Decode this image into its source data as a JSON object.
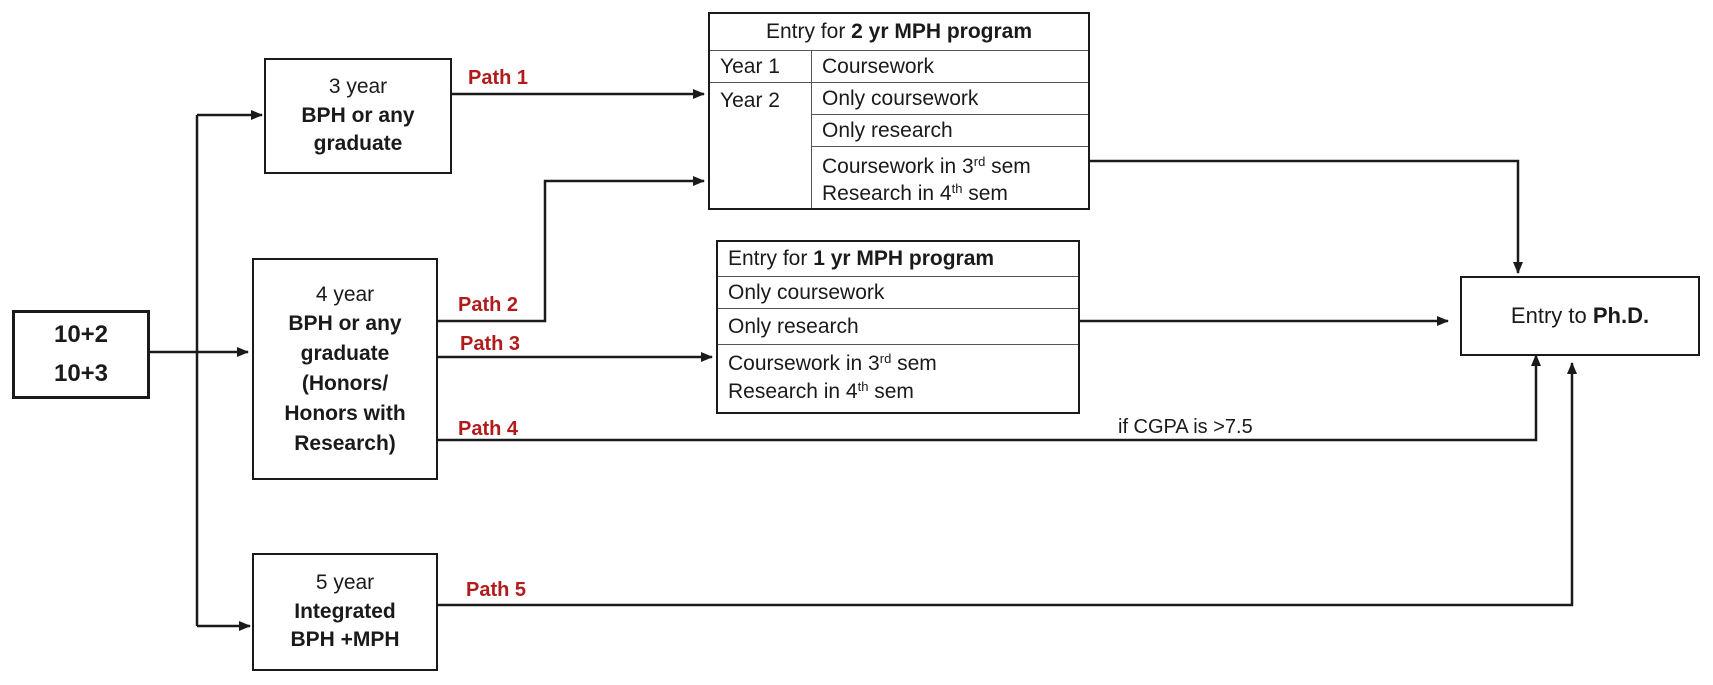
{
  "source_box": {
    "line1": "10+2",
    "line2": "10+3"
  },
  "degree_3yr": {
    "line1": "3 year",
    "line2": "BPH or any",
    "line3": "graduate"
  },
  "degree_4yr": {
    "line1": "4 year",
    "line2": "BPH or any",
    "line3": "graduate",
    "line4": "(Honors/",
    "line5": "Honors with",
    "line6": "Research)"
  },
  "degree_5yr": {
    "line1": "5 year",
    "line2": "Integrated",
    "line3": "BPH +MPH"
  },
  "mph_2yr": {
    "header_prefix": "Entry for ",
    "header_bold": "2 yr MPH program",
    "year1": "Year 1",
    "year1_option": "Coursework",
    "year2": "Year 2",
    "options": [
      "Only coursework",
      "Only research"
    ],
    "mixed_line1": "Coursework in 3",
    "mixed_line1_sup": "rd",
    "mixed_line1_end": " sem",
    "mixed_line2": "Research in 4",
    "mixed_line2_sup": "th",
    "mixed_line2_end": " sem"
  },
  "mph_1yr": {
    "header_prefix": "Entry for ",
    "header_bold": "1 yr MPH program",
    "options": [
      "Only coursework",
      "Only research"
    ],
    "mixed_line1": "Coursework in 3",
    "mixed_line1_sup": "rd",
    "mixed_line1_end": " sem",
    "mixed_line2": "Research in 4",
    "mixed_line2_sup": "th",
    "mixed_line2_end": " sem"
  },
  "phd_box": {
    "prefix": "Entry to ",
    "bold": "Ph.D."
  },
  "paths": {
    "path1": "Path 1",
    "path2": "Path 2",
    "path3": "Path 3",
    "path4": "Path 4",
    "path5": "Path 5"
  },
  "condition_note": "if CGPA is >7.5",
  "colors": {
    "path_label": "#b01c1c",
    "lines": "#1a1a1a"
  }
}
